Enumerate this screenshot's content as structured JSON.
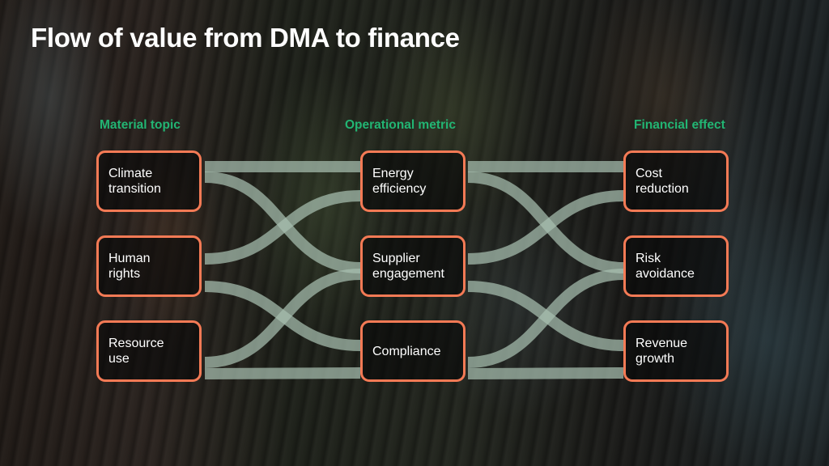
{
  "title": "Flow of value from DMA to finance",
  "columns": [
    {
      "heading": "Material topic",
      "nodes": [
        "Climate\ntransition",
        "Human\nrights",
        "Resource\nuse"
      ]
    },
    {
      "heading": "Operational metric",
      "nodes": [
        "Energy\nefficiency",
        "Supplier\nengagement",
        "Compliance"
      ]
    },
    {
      "heading": "Financial effect",
      "nodes": [
        "Cost\nreduction",
        "Risk\navoidance",
        "Revenue\ngrowth"
      ]
    }
  ],
  "links": [
    {
      "from": "Climate transition",
      "to": "Energy efficiency"
    },
    {
      "from": "Climate transition",
      "to": "Supplier engagement"
    },
    {
      "from": "Human rights",
      "to": "Energy efficiency"
    },
    {
      "from": "Human rights",
      "to": "Compliance"
    },
    {
      "from": "Resource use",
      "to": "Supplier engagement"
    },
    {
      "from": "Resource use",
      "to": "Compliance"
    },
    {
      "from": "Energy efficiency",
      "to": "Cost reduction"
    },
    {
      "from": "Energy efficiency",
      "to": "Risk avoidance"
    },
    {
      "from": "Supplier engagement",
      "to": "Cost reduction"
    },
    {
      "from": "Supplier engagement",
      "to": "Revenue growth"
    },
    {
      "from": "Compliance",
      "to": "Risk avoidance"
    },
    {
      "from": "Compliance",
      "to": "Revenue growth"
    }
  ],
  "colors": {
    "accent_heading": "#22b573",
    "node_border": "#f47a55",
    "flow": "#a8bfb0"
  }
}
